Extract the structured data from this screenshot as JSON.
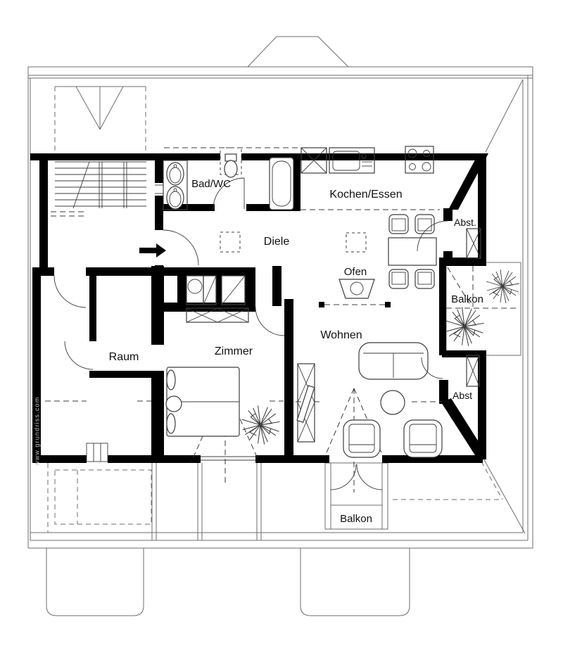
{
  "labels": {
    "bad_wc": "Bad/WC",
    "kochen_essen": "Kochen/Essen",
    "diele": "Diele",
    "ofen": "Ofen",
    "abst_top": "Abst.",
    "balkon_right": "Balkon",
    "abst_right": "Abst",
    "raum": "Raum",
    "zimmer": "Zimmer",
    "wohnen": "Wohnen",
    "balkon_bottom": "Balkon",
    "watermark": "www.grundriss.com"
  },
  "colors": {
    "wall": "#000000",
    "outline": "#6e6e6e",
    "furniture": "#3c3c3c",
    "text": "#111111",
    "background": "#ffffff",
    "watermark_text": "#c8c8c8"
  }
}
